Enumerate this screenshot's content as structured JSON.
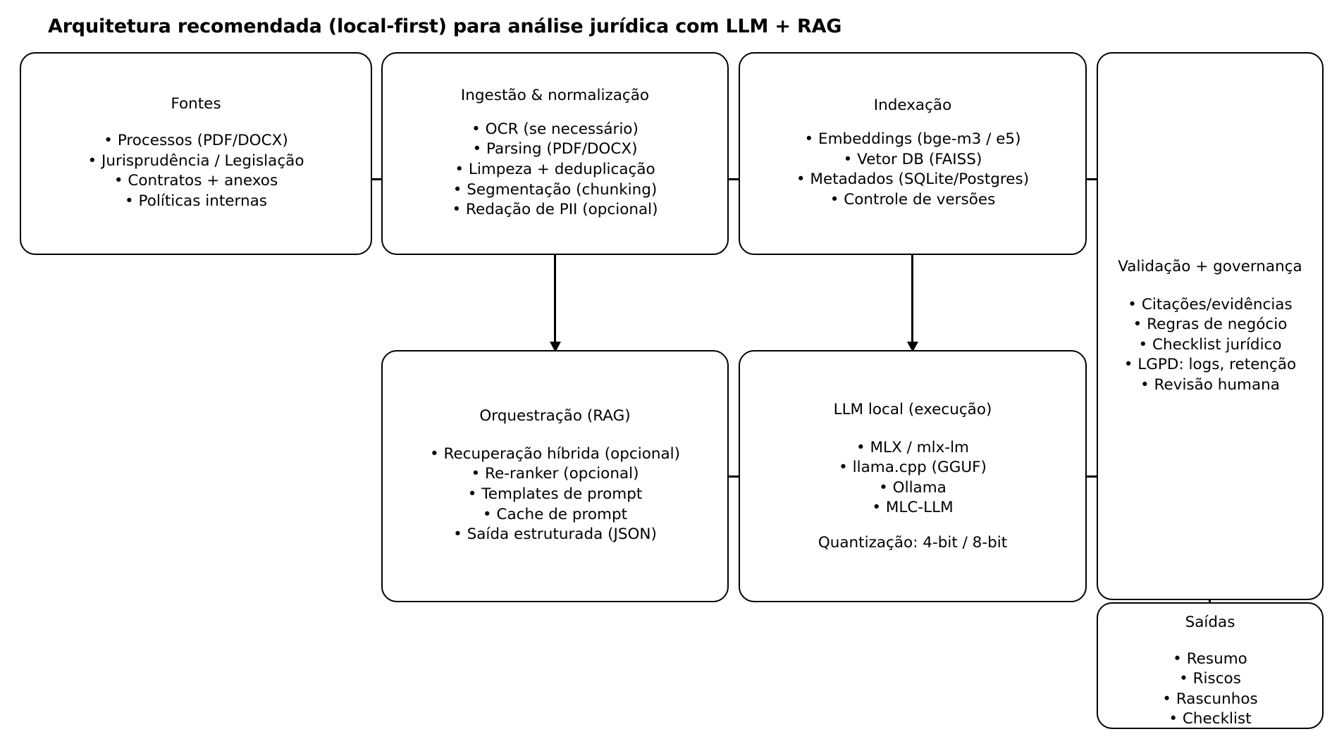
{
  "title": "Arquitetura recomendada (local-first) para análise jurídica com LLM + RAG",
  "nodes": {
    "fontes": {
      "title": "Fontes",
      "items": [
        "Processos (PDF/DOCX)",
        "Jurisprudência / Legislação",
        "Contratos + anexos",
        "Políticas internas"
      ]
    },
    "ingestao": {
      "title": "Ingestão & normalização",
      "items": [
        "OCR (se necessário)",
        "Parsing (PDF/DOCX)",
        "Limpeza + deduplicação",
        "Segmentação (chunking)",
        "Redação de PII (opcional)"
      ]
    },
    "indexacao": {
      "title": "Indexação",
      "items": [
        "Embeddings (bge-m3 / e5)",
        "Vetor DB (FAISS)",
        "Metadados (SQLite/Postgres)",
        "Controle de versões"
      ]
    },
    "validacao": {
      "title": "Validação + governança",
      "items": [
        "Citações/evidências",
        "Regras de negócio",
        "Checklist jurídico",
        "LGPD: logs, retenção",
        "Revisão humana"
      ]
    },
    "orquestracao": {
      "title": "Orquestração (RAG)",
      "items": [
        "Recuperação híbrida (opcional)",
        "Re-ranker (opcional)",
        "Templates de prompt",
        "Cache de prompt",
        "Saída estruturada (JSON)"
      ]
    },
    "llm": {
      "title": "LLM local (execução)",
      "items": [
        "MLX / mlx-lm",
        "llama.cpp (GGUF)",
        "Ollama",
        "MLC-LLM"
      ],
      "note": "Quantização: 4-bit / 8-bit"
    },
    "saidas": {
      "title": "Saídas",
      "items": [
        "Resumo",
        "Riscos",
        "Rascunhos",
        "Checklist"
      ]
    }
  },
  "edges": [
    {
      "from": "fontes",
      "to": "ingestao",
      "direction": "right"
    },
    {
      "from": "ingestao",
      "to": "indexacao",
      "direction": "right"
    },
    {
      "from": "indexacao",
      "to": "validacao",
      "direction": "right"
    },
    {
      "from": "ingestao",
      "to": "orquestracao",
      "direction": "down"
    },
    {
      "from": "indexacao",
      "to": "llm",
      "direction": "down"
    },
    {
      "from": "orquestracao",
      "to": "llm",
      "direction": "right"
    },
    {
      "from": "llm",
      "to": "validacao",
      "direction": "right"
    },
    {
      "from": "validacao",
      "to": "saidas",
      "direction": "down"
    }
  ],
  "colors": {
    "stroke": "#000000",
    "background": "#ffffff",
    "text": "#000000"
  }
}
